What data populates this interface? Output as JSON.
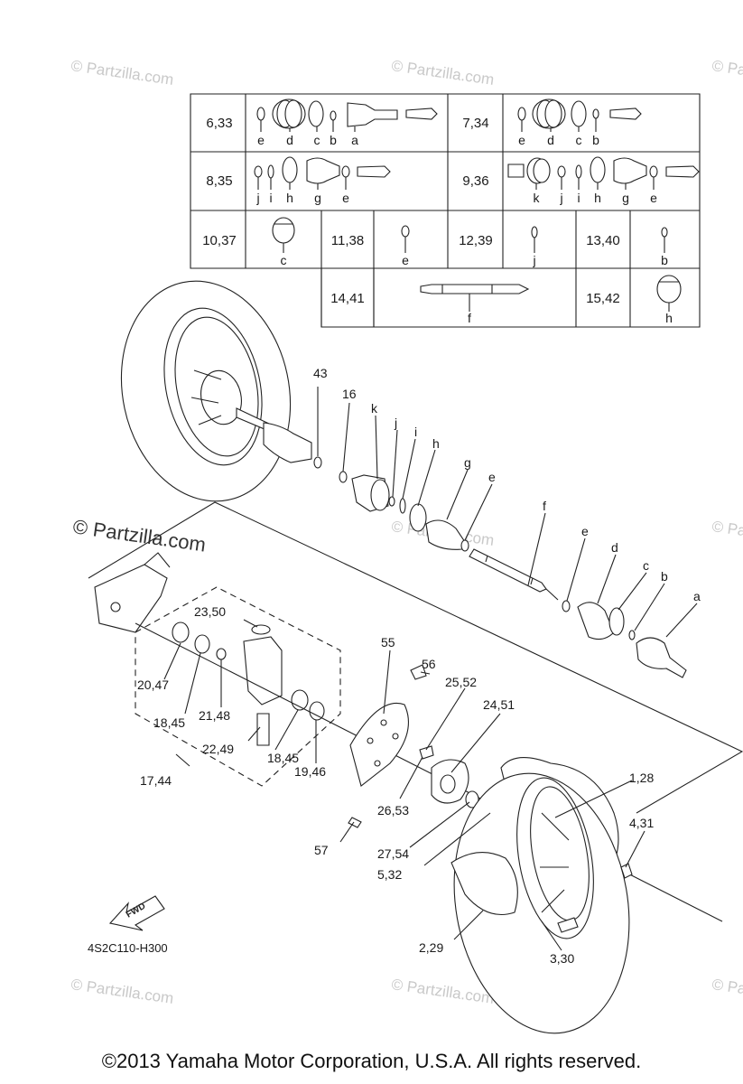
{
  "watermark": "© Partzilla.com",
  "watermark_big": "© Partzilla.com",
  "diagram_code": "4S2C110-H300",
  "fwd_label": "FWD",
  "copyright": "©2013 Yamaha Motor Corporation, U.S.A. All rights reserved.",
  "kit_table": {
    "rows": [
      {
        "ref": "6,33",
        "letters": [
          "e",
          "d",
          "c",
          "b",
          "a"
        ]
      },
      {
        "ref": "7,34",
        "letters": [
          "e",
          "d",
          "c",
          "b"
        ]
      },
      {
        "ref": "8,35",
        "letters": [
          "j",
          "i",
          "h",
          "g",
          "e"
        ]
      },
      {
        "ref": "9,36",
        "letters": [
          "k",
          "j",
          "i",
          "h",
          "g",
          "e"
        ]
      },
      {
        "ref": "10,37",
        "letters": [
          "c"
        ]
      },
      {
        "ref": "11,38",
        "letters": [
          "e"
        ]
      },
      {
        "ref": "12,39",
        "letters": [
          "j"
        ]
      },
      {
        "ref": "13,40",
        "letters": [
          "b"
        ]
      },
      {
        "ref": "14,41",
        "letters": [
          "f"
        ]
      },
      {
        "ref": "15,42",
        "letters": [
          "h"
        ]
      }
    ]
  },
  "callouts": [
    "43",
    "16",
    "k",
    "j",
    "i",
    "h",
    "g",
    "e",
    "f",
    "e",
    "d",
    "c",
    "b",
    "a",
    "23,50",
    "20,47",
    "18,45",
    "21,48",
    "22,49",
    "18,45",
    "19,46",
    "17,44",
    "55",
    "56",
    "25,52",
    "24,51",
    "26,53",
    "57",
    "27,54",
    "5,32",
    "1,28",
    "4,31",
    "2,29",
    "3,30"
  ]
}
